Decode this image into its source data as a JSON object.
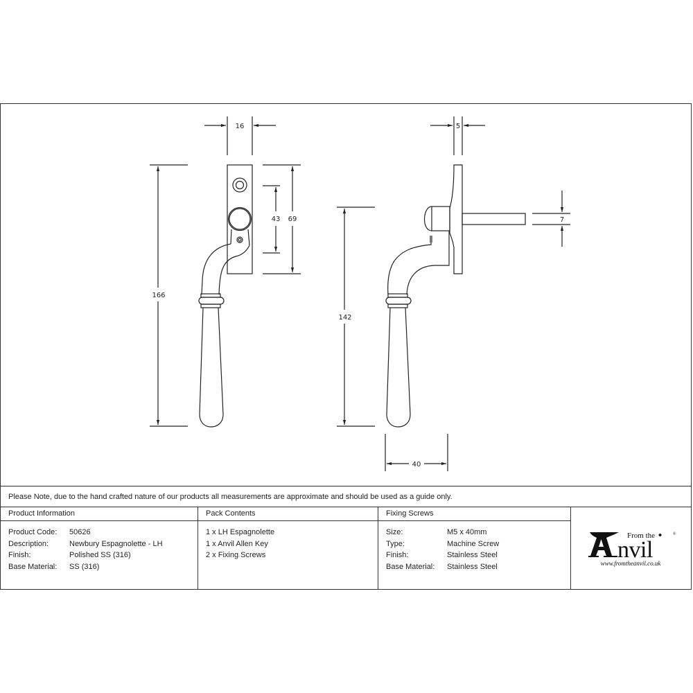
{
  "drawing": {
    "front_view": {
      "dimensions": {
        "width": "16",
        "overall_height": "166",
        "spindle_to_screw": "43",
        "backplate_height": "69"
      }
    },
    "side_view": {
      "dimensions": {
        "backplate_thickness": "5",
        "spindle_size": "7",
        "handle_height": "142",
        "projection": "40"
      }
    }
  },
  "note": "Please Note, due to the hand crafted nature of our products all measurements are approximate and should be used as a guide only.",
  "product_information": {
    "heading": "Product Information",
    "rows": [
      {
        "label": "Product Code:",
        "value": "50626"
      },
      {
        "label": "Description:",
        "value": "Newbury Espagnolette - LH"
      },
      {
        "label": "Finish:",
        "value": "Polished SS (316)"
      },
      {
        "label": "Base Material:",
        "value": "SS (316)"
      }
    ]
  },
  "pack_contents": {
    "heading": "Pack Contents",
    "items": [
      "1 x LH Espagnolette",
      "1 x Anvil Allen Key",
      "2 x Fixing Screws"
    ]
  },
  "fixing_screws": {
    "heading": "Fixing Screws",
    "rows": [
      {
        "label": "Size:",
        "value": "M5 x 40mm"
      },
      {
        "label": "Type:",
        "value": "Machine Screw"
      },
      {
        "label": "Finish:",
        "value": "Stainless Steel"
      },
      {
        "label": "Base Material:",
        "value": "Stainless Steel"
      }
    ]
  },
  "logo": {
    "from_the": "From the",
    "anvil": "Anvil",
    "website": "www.fromtheanvil.co.uk",
    "registered": "®"
  }
}
